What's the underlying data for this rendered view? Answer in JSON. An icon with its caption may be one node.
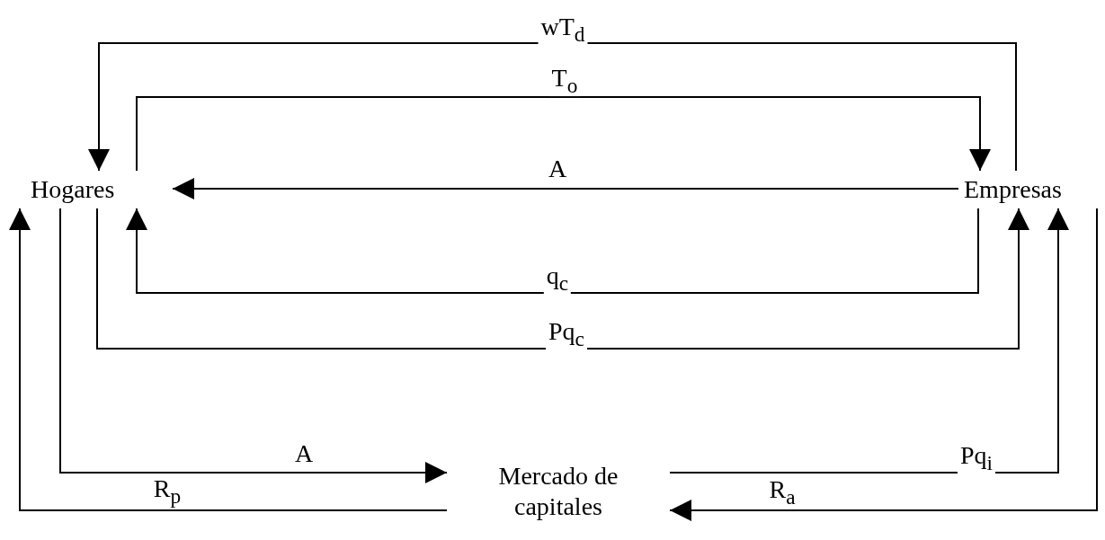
{
  "diagram": {
    "nodes": [
      {
        "text": [
          "Hogares"
        ]
      },
      {
        "text": [
          "Empresas"
        ]
      },
      {
        "text": [
          "Mercado de capitales"
        ]
      }
    ],
    "edges": [
      {
        "from": 1,
        "to": 0,
        "arrow": "to",
        "label": "wT$_{d}$"
      },
      {
        "from": 0,
        "to": 1,
        "arrow": "to",
        "label": "T$_{o}$"
      },
      {
        "from": 1,
        "to": 0,
        "arrow": "to",
        "label": "A"
      },
      {
        "from": 1,
        "to": 0,
        "arrow": "to",
        "label": "q$_{c}$"
      },
      {
        "from": 0,
        "to": 1,
        "arrow": "to",
        "label": "Pq$_{c}$"
      },
      {
        "from": 0,
        "to": 2,
        "arrow": "to",
        "label": "A"
      },
      {
        "from": 2,
        "to": 0,
        "arrow": "to",
        "label": "R$_{p}$"
      },
      {
        "from": 2,
        "to": 1,
        "arrow": "to",
        "label": "Pq$_{i}$"
      },
      {
        "from": 1,
        "to": 2,
        "arrow": "to",
        "label": "R$_{a}$"
      }
    ]
  }
}
